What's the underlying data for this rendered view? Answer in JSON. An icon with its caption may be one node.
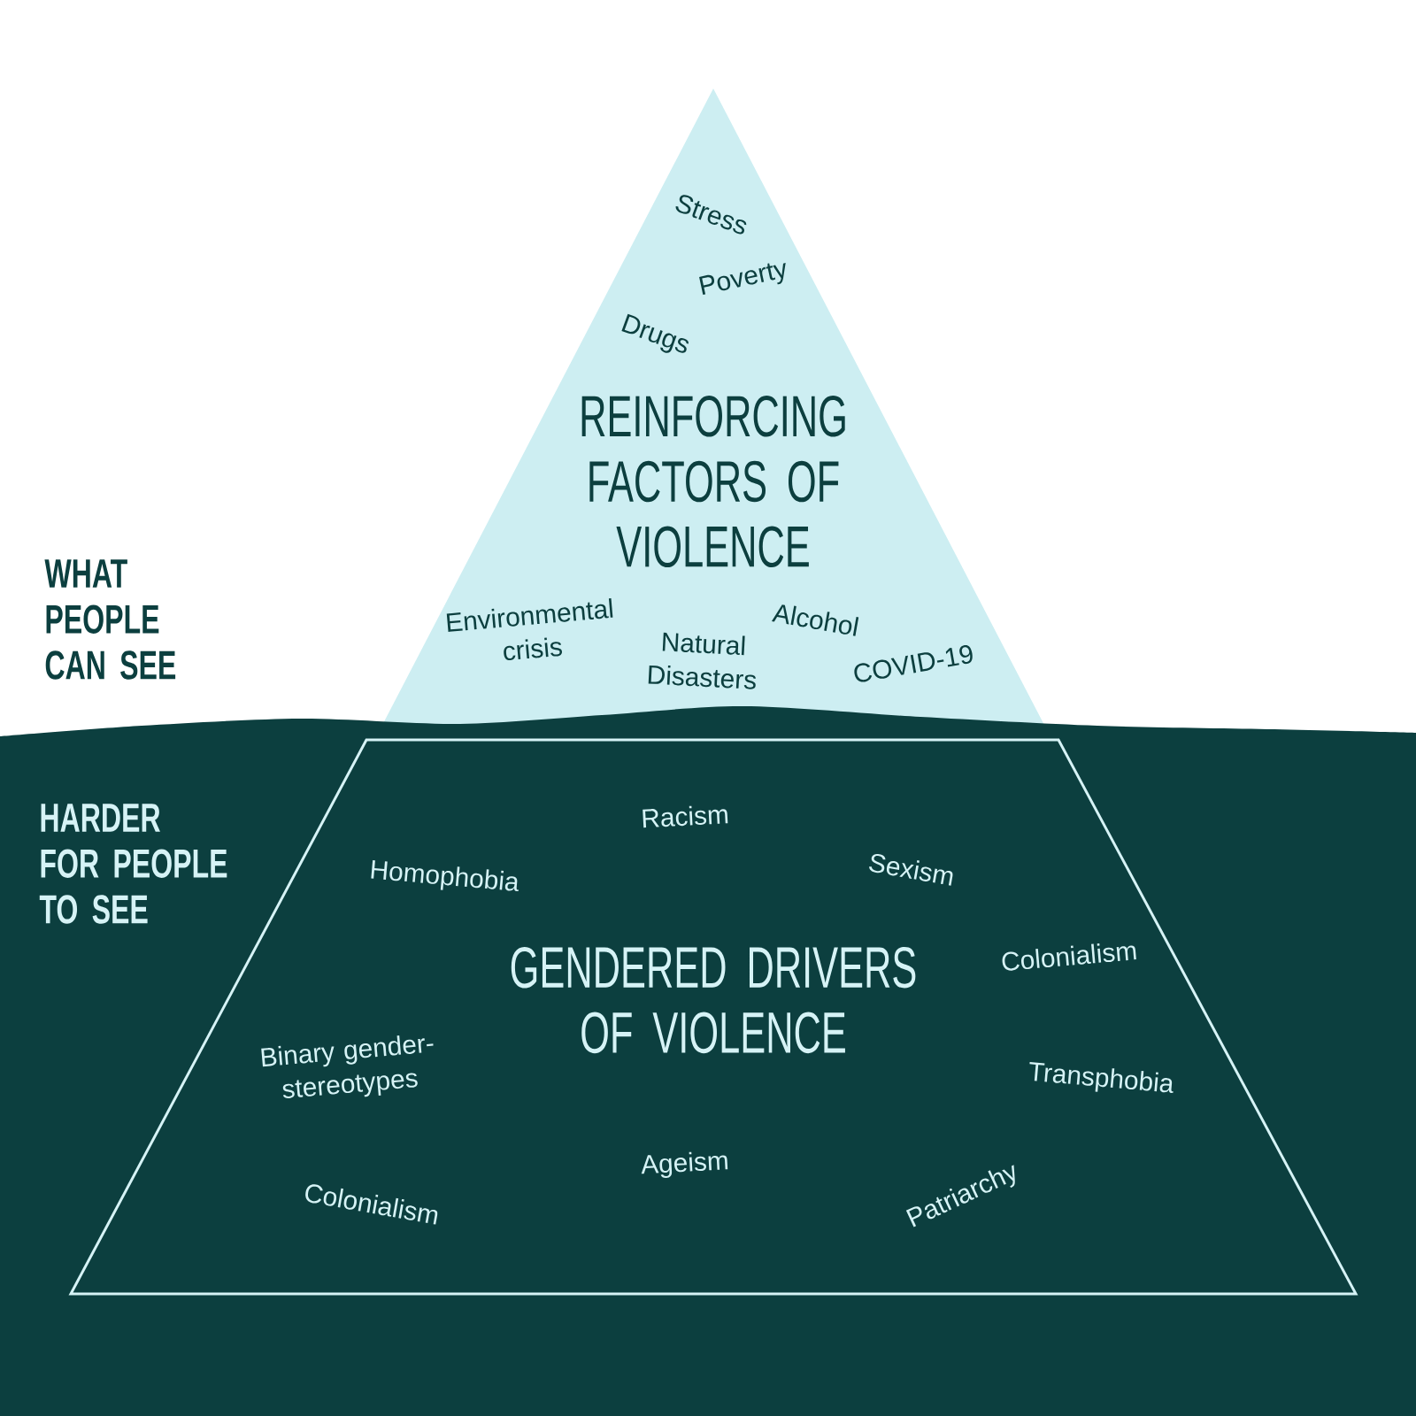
{
  "diagram": {
    "nodes": [
      {
        "text": [
          "REINFORCING FACTORS OF VIOLENCE",
          "Stress",
          "Poverty",
          "Drugs",
          "Environmental crisis",
          "Natural Disasters",
          "Alcohol",
          "COVID-19"
        ]
      },
      {
        "text": [
          "GENDERED DRIVERS OF VIOLENCE",
          "Racism",
          "Homophobia",
          "Sexism",
          "Colonialism",
          "Binary gender-stereotypes",
          "Transphobia",
          "Ageism",
          "Colonialism",
          "Patriarchy"
        ]
      }
    ],
    "labels": [
      "WHAT PEOPLE CAN SEE",
      "HARDER FOR PEOPLE TO SEE"
    ]
  }
}
